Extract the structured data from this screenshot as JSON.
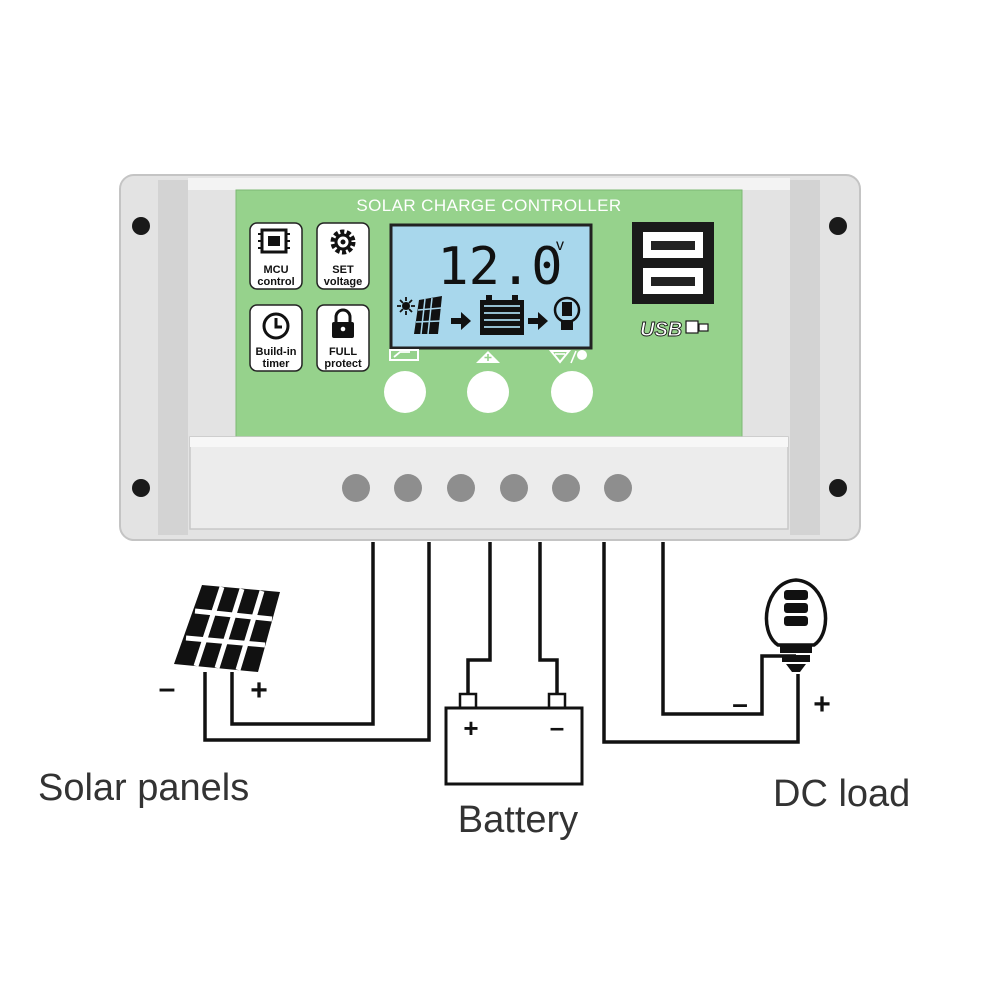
{
  "controller": {
    "title": "SOLAR CHARGE CONTROLLER",
    "panel_color": "#96d28c",
    "lcd_color": "#a8d7ec",
    "features": [
      {
        "id": "mcu",
        "icon": "chip-icon",
        "line1": "MCU",
        "line2": "control"
      },
      {
        "id": "set",
        "icon": "gear-icon",
        "line1": "SET",
        "line2": "voltage"
      },
      {
        "id": "timer",
        "icon": "clock-icon",
        "line1": "Build-in",
        "line2": "timer"
      },
      {
        "id": "protect",
        "icon": "lock-icon",
        "line1": "FULL",
        "line2": "protect"
      }
    ],
    "lcd": {
      "voltage": "12.0",
      "unit": "v",
      "flow_icons": [
        "sun-icon",
        "solar-panel-icon",
        "arrow-right-icon",
        "battery-icon",
        "arrow-right-icon",
        "bulb-icon"
      ]
    },
    "usb_label": "USB",
    "buttons": [
      {
        "id": "menu",
        "icon": "battery-outline-icon"
      },
      {
        "id": "up",
        "icon": "plus-arrow-icon"
      },
      {
        "id": "down",
        "icon": "minus-bulb-icon"
      }
    ],
    "terminals_count": 6
  },
  "labels": {
    "solar": "Solar panels",
    "battery": "Battery",
    "load": "DC load"
  },
  "polarity": {
    "solar_minus": "–",
    "solar_plus": "+",
    "battery_plus": "+",
    "battery_minus": "–",
    "load_minus": "–",
    "load_plus": "+"
  }
}
